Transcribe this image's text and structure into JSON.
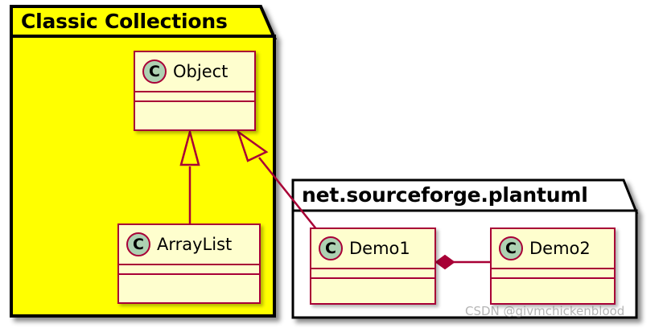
{
  "diagram": {
    "type": "uml-class-diagram",
    "colors": {
      "package_classic_fill": "#FFFF00",
      "package_plantuml_fill": "#FFFFFF",
      "package_border": "#000000",
      "class_fill": "#FEFECE",
      "class_border": "#A80036",
      "class_icon_fill": "#ADD1B2",
      "connector": "#A80036",
      "text": "#000000"
    },
    "packages": [
      {
        "id": "classic-collections",
        "label": "Classic Collections",
        "fill": "#FFFF00"
      },
      {
        "id": "net-sourceforge-plantuml",
        "label": "net.sourceforge.plantuml",
        "fill": "#FFFFFF"
      }
    ],
    "classes": [
      {
        "id": "object",
        "name": "Object",
        "stereotype_icon": "C",
        "icon_name": "class-icon",
        "package": "classic-collections",
        "attributes": [],
        "methods": []
      },
      {
        "id": "arraylist",
        "name": "ArrayList",
        "stereotype_icon": "C",
        "icon_name": "class-icon",
        "package": "classic-collections",
        "attributes": [],
        "methods": []
      },
      {
        "id": "demo1",
        "name": "Demo1",
        "stereotype_icon": "C",
        "icon_name": "class-icon",
        "package": "net-sourceforge-plantuml",
        "attributes": [],
        "methods": []
      },
      {
        "id": "demo2",
        "name": "Demo2",
        "stereotype_icon": "C",
        "icon_name": "class-icon",
        "package": "net-sourceforge-plantuml",
        "attributes": [],
        "methods": []
      }
    ],
    "relationships": [
      {
        "id": "arraylist-extends-object",
        "from": "arraylist",
        "to": "object",
        "kind": "inheritance",
        "marker": "hollow-triangle",
        "label": ""
      },
      {
        "id": "demo1-extends-object",
        "from": "demo1",
        "to": "object",
        "kind": "inheritance",
        "marker": "hollow-triangle",
        "label": ""
      },
      {
        "id": "demo1-composes-demo2",
        "from": "demo1",
        "to": "demo2",
        "kind": "composition",
        "marker": "filled-diamond",
        "label": ""
      }
    ]
  },
  "watermark": {
    "text": "CSDN @givmchickenblood"
  }
}
